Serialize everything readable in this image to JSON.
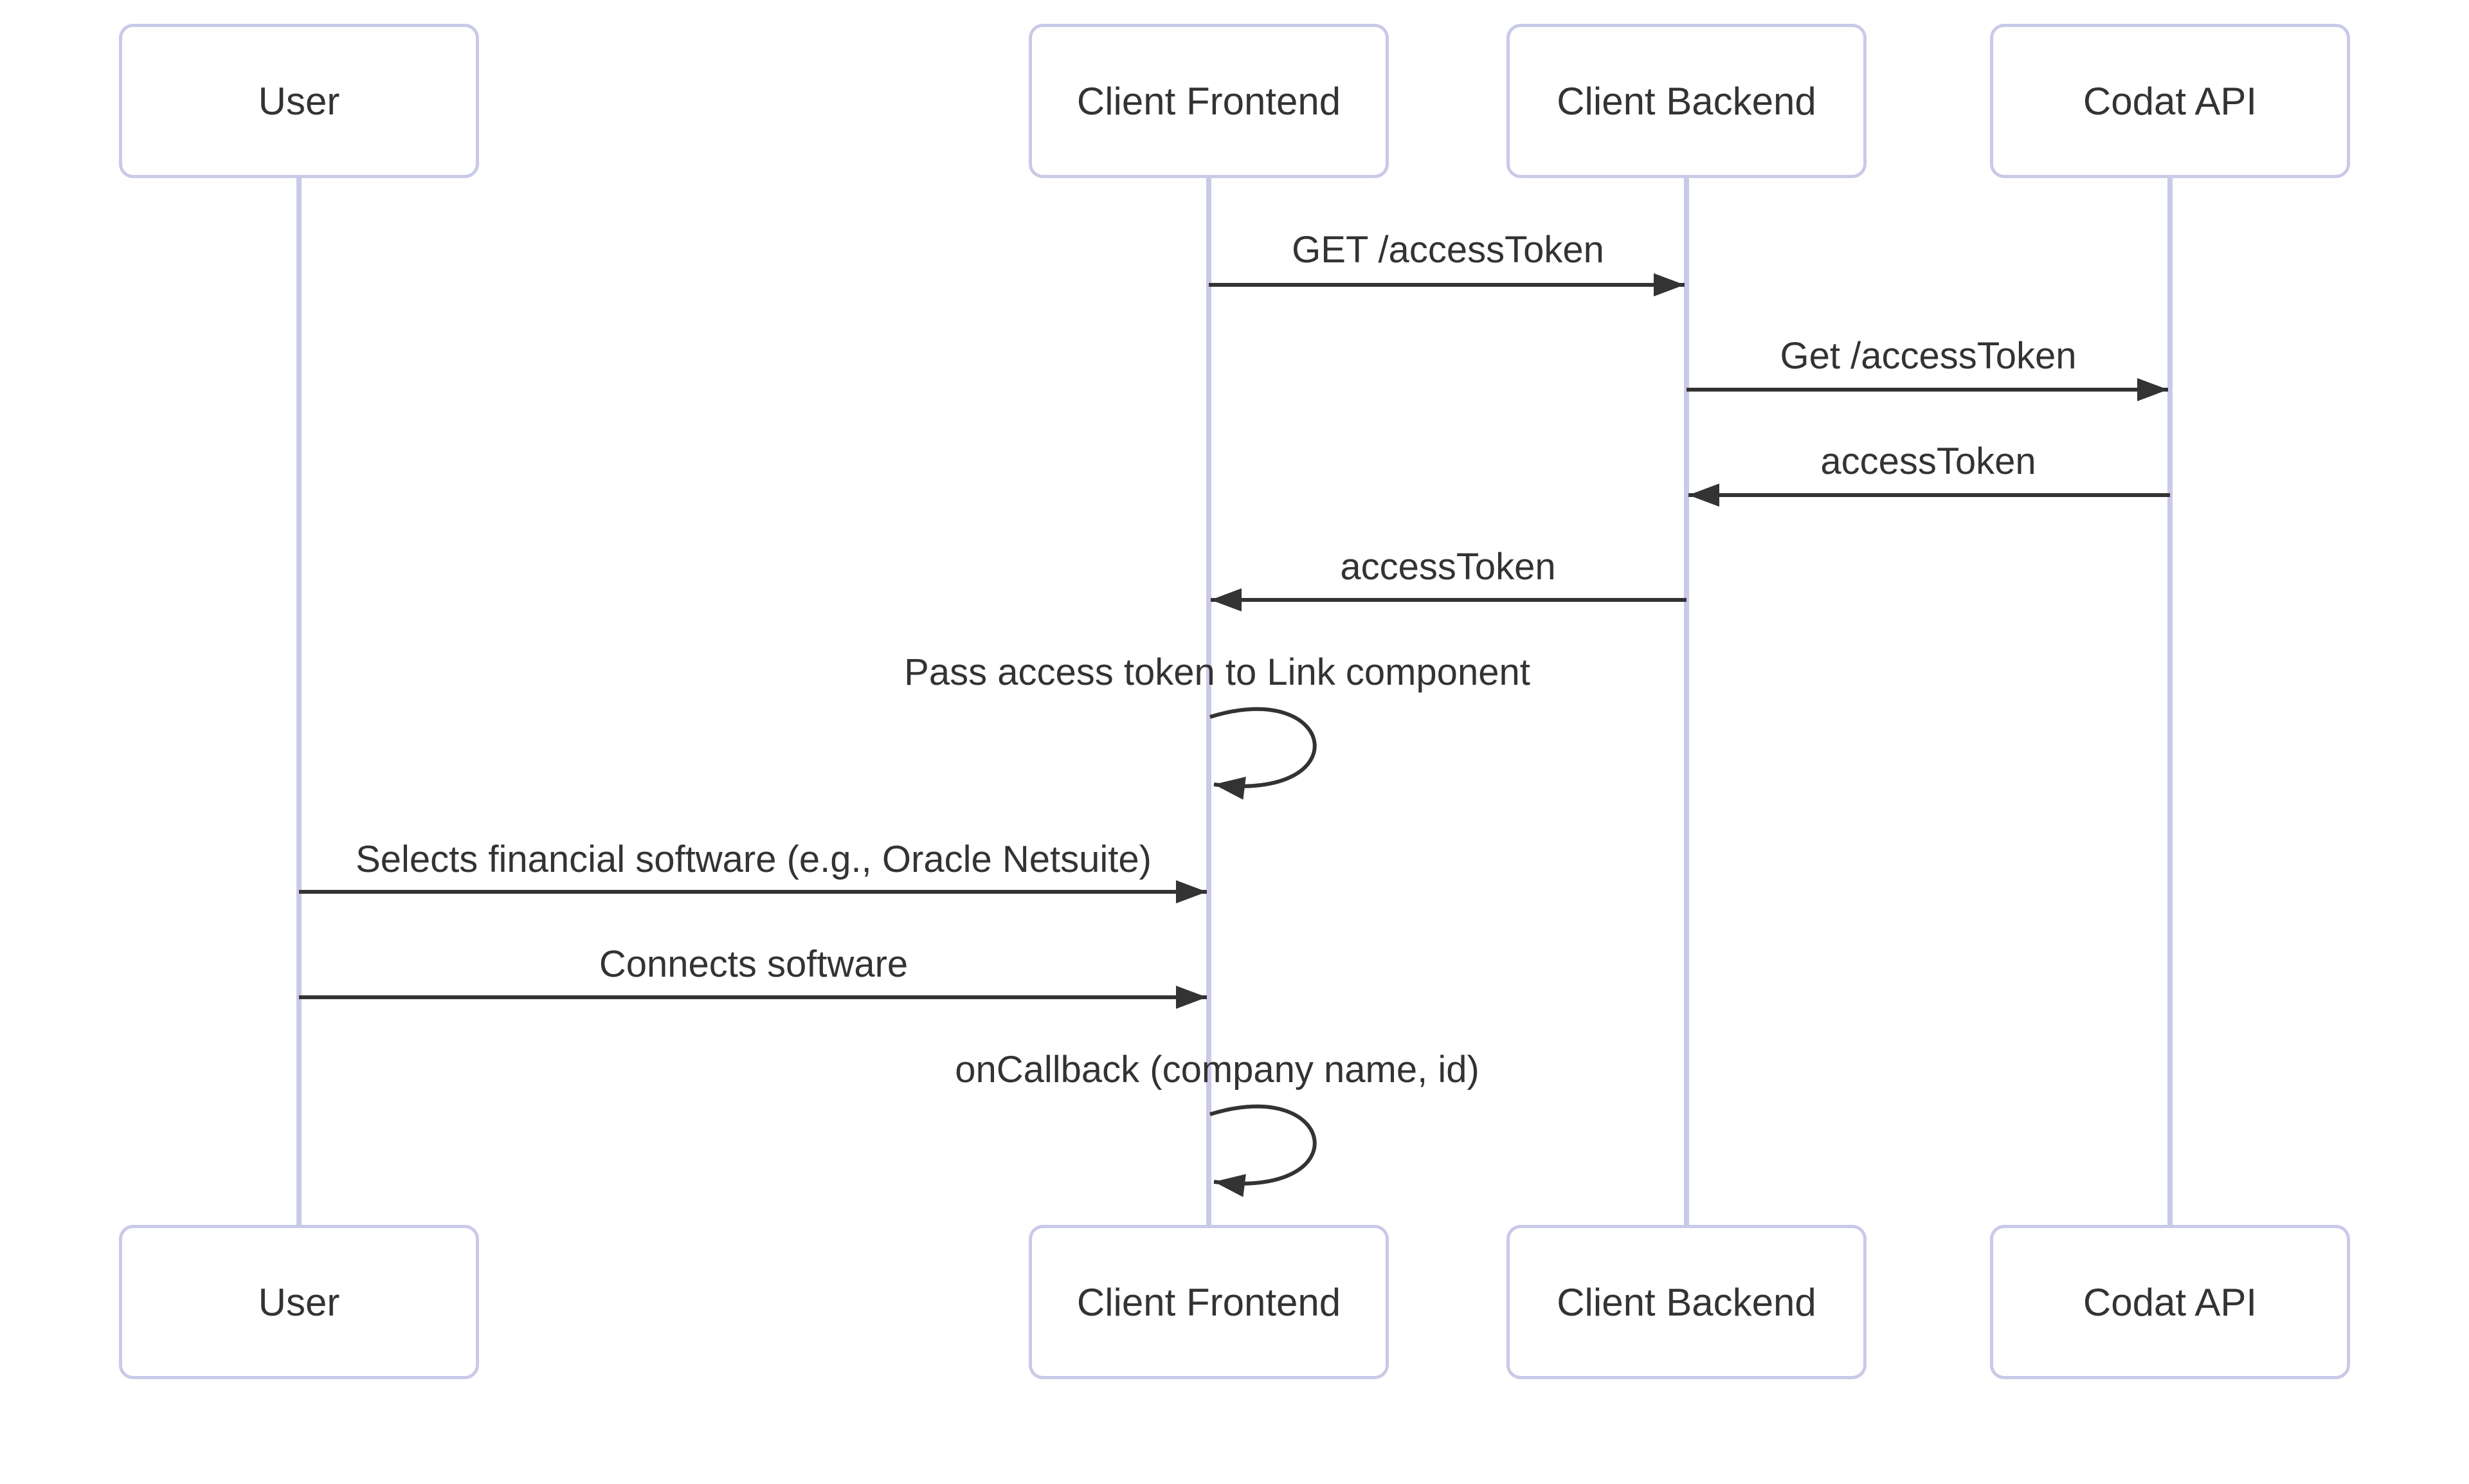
{
  "diagram": {
    "type": "sequence",
    "colors": {
      "bg_color": "#ffffff",
      "line_color": "#333333",
      "text_color": "#333333",
      "lifeline_color": "#c9c9e8",
      "actor_border_color": "#c9c9e8",
      "actor_fill": "#ffffff"
    },
    "actors": [
      {
        "id": "user",
        "label": "User"
      },
      {
        "id": "client-frontend",
        "label": "Client Frontend"
      },
      {
        "id": "client-backend",
        "label": "Client Backend"
      },
      {
        "id": "codat-api",
        "label": "Codat API"
      }
    ],
    "messages": [
      {
        "from": "client-frontend",
        "to": "client-backend",
        "label": "GET /accessToken",
        "style": "solid-arrow"
      },
      {
        "from": "client-backend",
        "to": "codat-api",
        "label": "Get /accessToken",
        "style": "solid-arrow"
      },
      {
        "from": "codat-api",
        "to": "client-backend",
        "label": "accessToken",
        "style": "solid-arrow"
      },
      {
        "from": "client-backend",
        "to": "client-frontend",
        "label": "accessToken",
        "style": "solid-arrow"
      },
      {
        "from": "client-frontend",
        "to": "client-frontend",
        "label": "Pass access token to Link component",
        "style": "self-loop"
      },
      {
        "from": "user",
        "to": "client-frontend",
        "label": "Selects financial software (e.g., Oracle Netsuite)",
        "style": "solid-arrow"
      },
      {
        "from": "user",
        "to": "client-frontend",
        "label": "Connects software",
        "style": "solid-arrow"
      },
      {
        "from": "client-frontend",
        "to": "client-frontend",
        "label": "onCallback (company name, id)",
        "style": "self-loop"
      }
    ]
  }
}
